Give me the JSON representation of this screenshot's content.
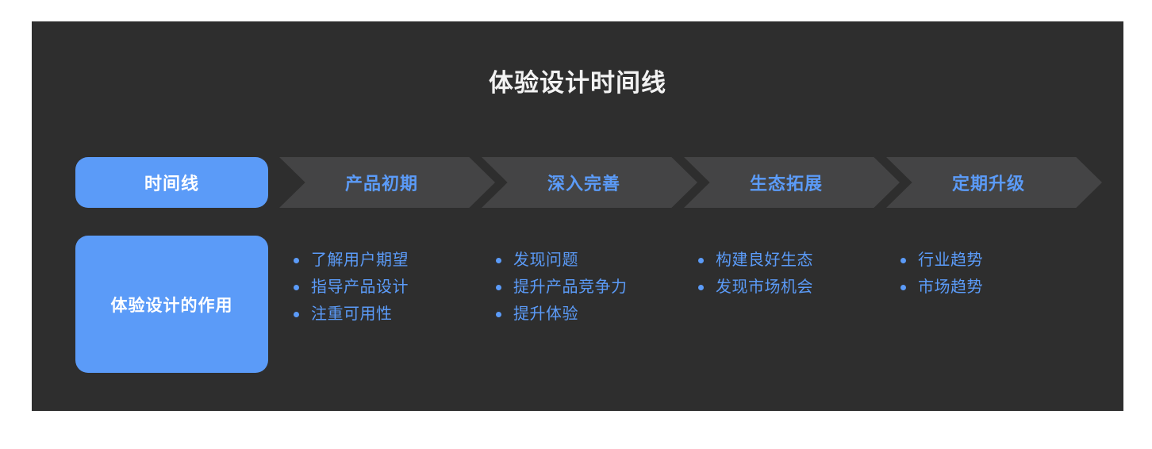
{
  "page": {
    "background": "#ffffff",
    "card_background": "#2e2e2e",
    "accent_blue": "#5b9bf8",
    "chevron_gray": "#444445",
    "title_color": "#f2f2f2"
  },
  "title": "体验设计时间线",
  "stage_row": {
    "label": "时间线",
    "stages": [
      {
        "label": "产品初期"
      },
      {
        "label": "深入完善"
      },
      {
        "label": "生态拓展"
      },
      {
        "label": "定期升级"
      }
    ]
  },
  "role_row": {
    "label": "体验设计的作用",
    "columns": [
      {
        "items": [
          "了解用户期望",
          "指导产品设计",
          "注重可用性"
        ]
      },
      {
        "items": [
          "发现问题",
          "提升产品竞争力",
          "提升体验"
        ]
      },
      {
        "items": [
          "构建良好生态",
          "发现市场机会"
        ]
      },
      {
        "items": [
          "行业趋势",
          "市场趋势"
        ]
      }
    ]
  }
}
